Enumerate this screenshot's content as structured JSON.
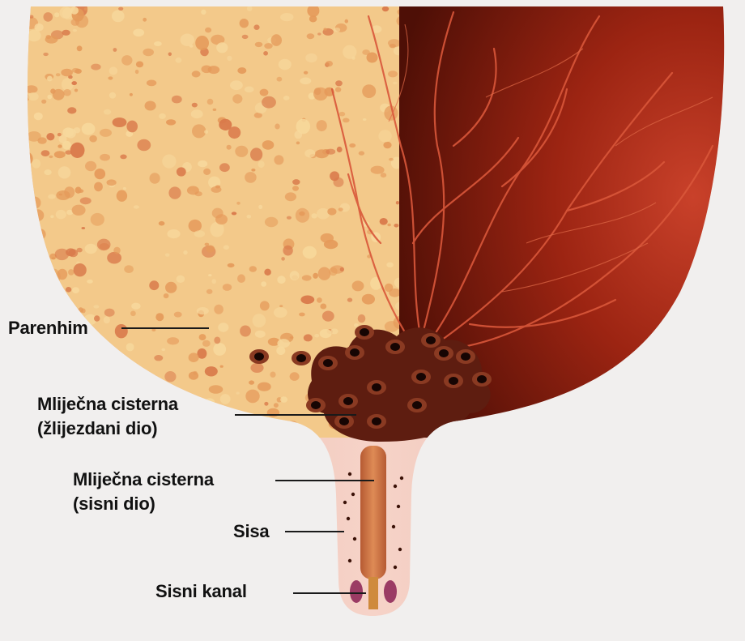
{
  "labels": {
    "parenhim": "Parenhim",
    "cisterna_glandular_1": "Mliječna cisterna",
    "cisterna_glandular_2": "(žlijezdani dio)",
    "cisterna_teat_1": "Mliječna cisterna",
    "cisterna_teat_2": "(sisni dio)",
    "sisa": "Sisa",
    "sisni_kanal": "Sisni kanal"
  },
  "colors": {
    "background": "#f1efee",
    "parenchyma": "#f3c98a",
    "parenchyma_spots": "#e59a5a",
    "vascular_dark": "#5a1208",
    "vascular_light": "#c2391e",
    "vessels": "#d44a2c",
    "cistern": "#5e1d10",
    "teat": "#f0c2b4",
    "label_text": "#111111"
  }
}
